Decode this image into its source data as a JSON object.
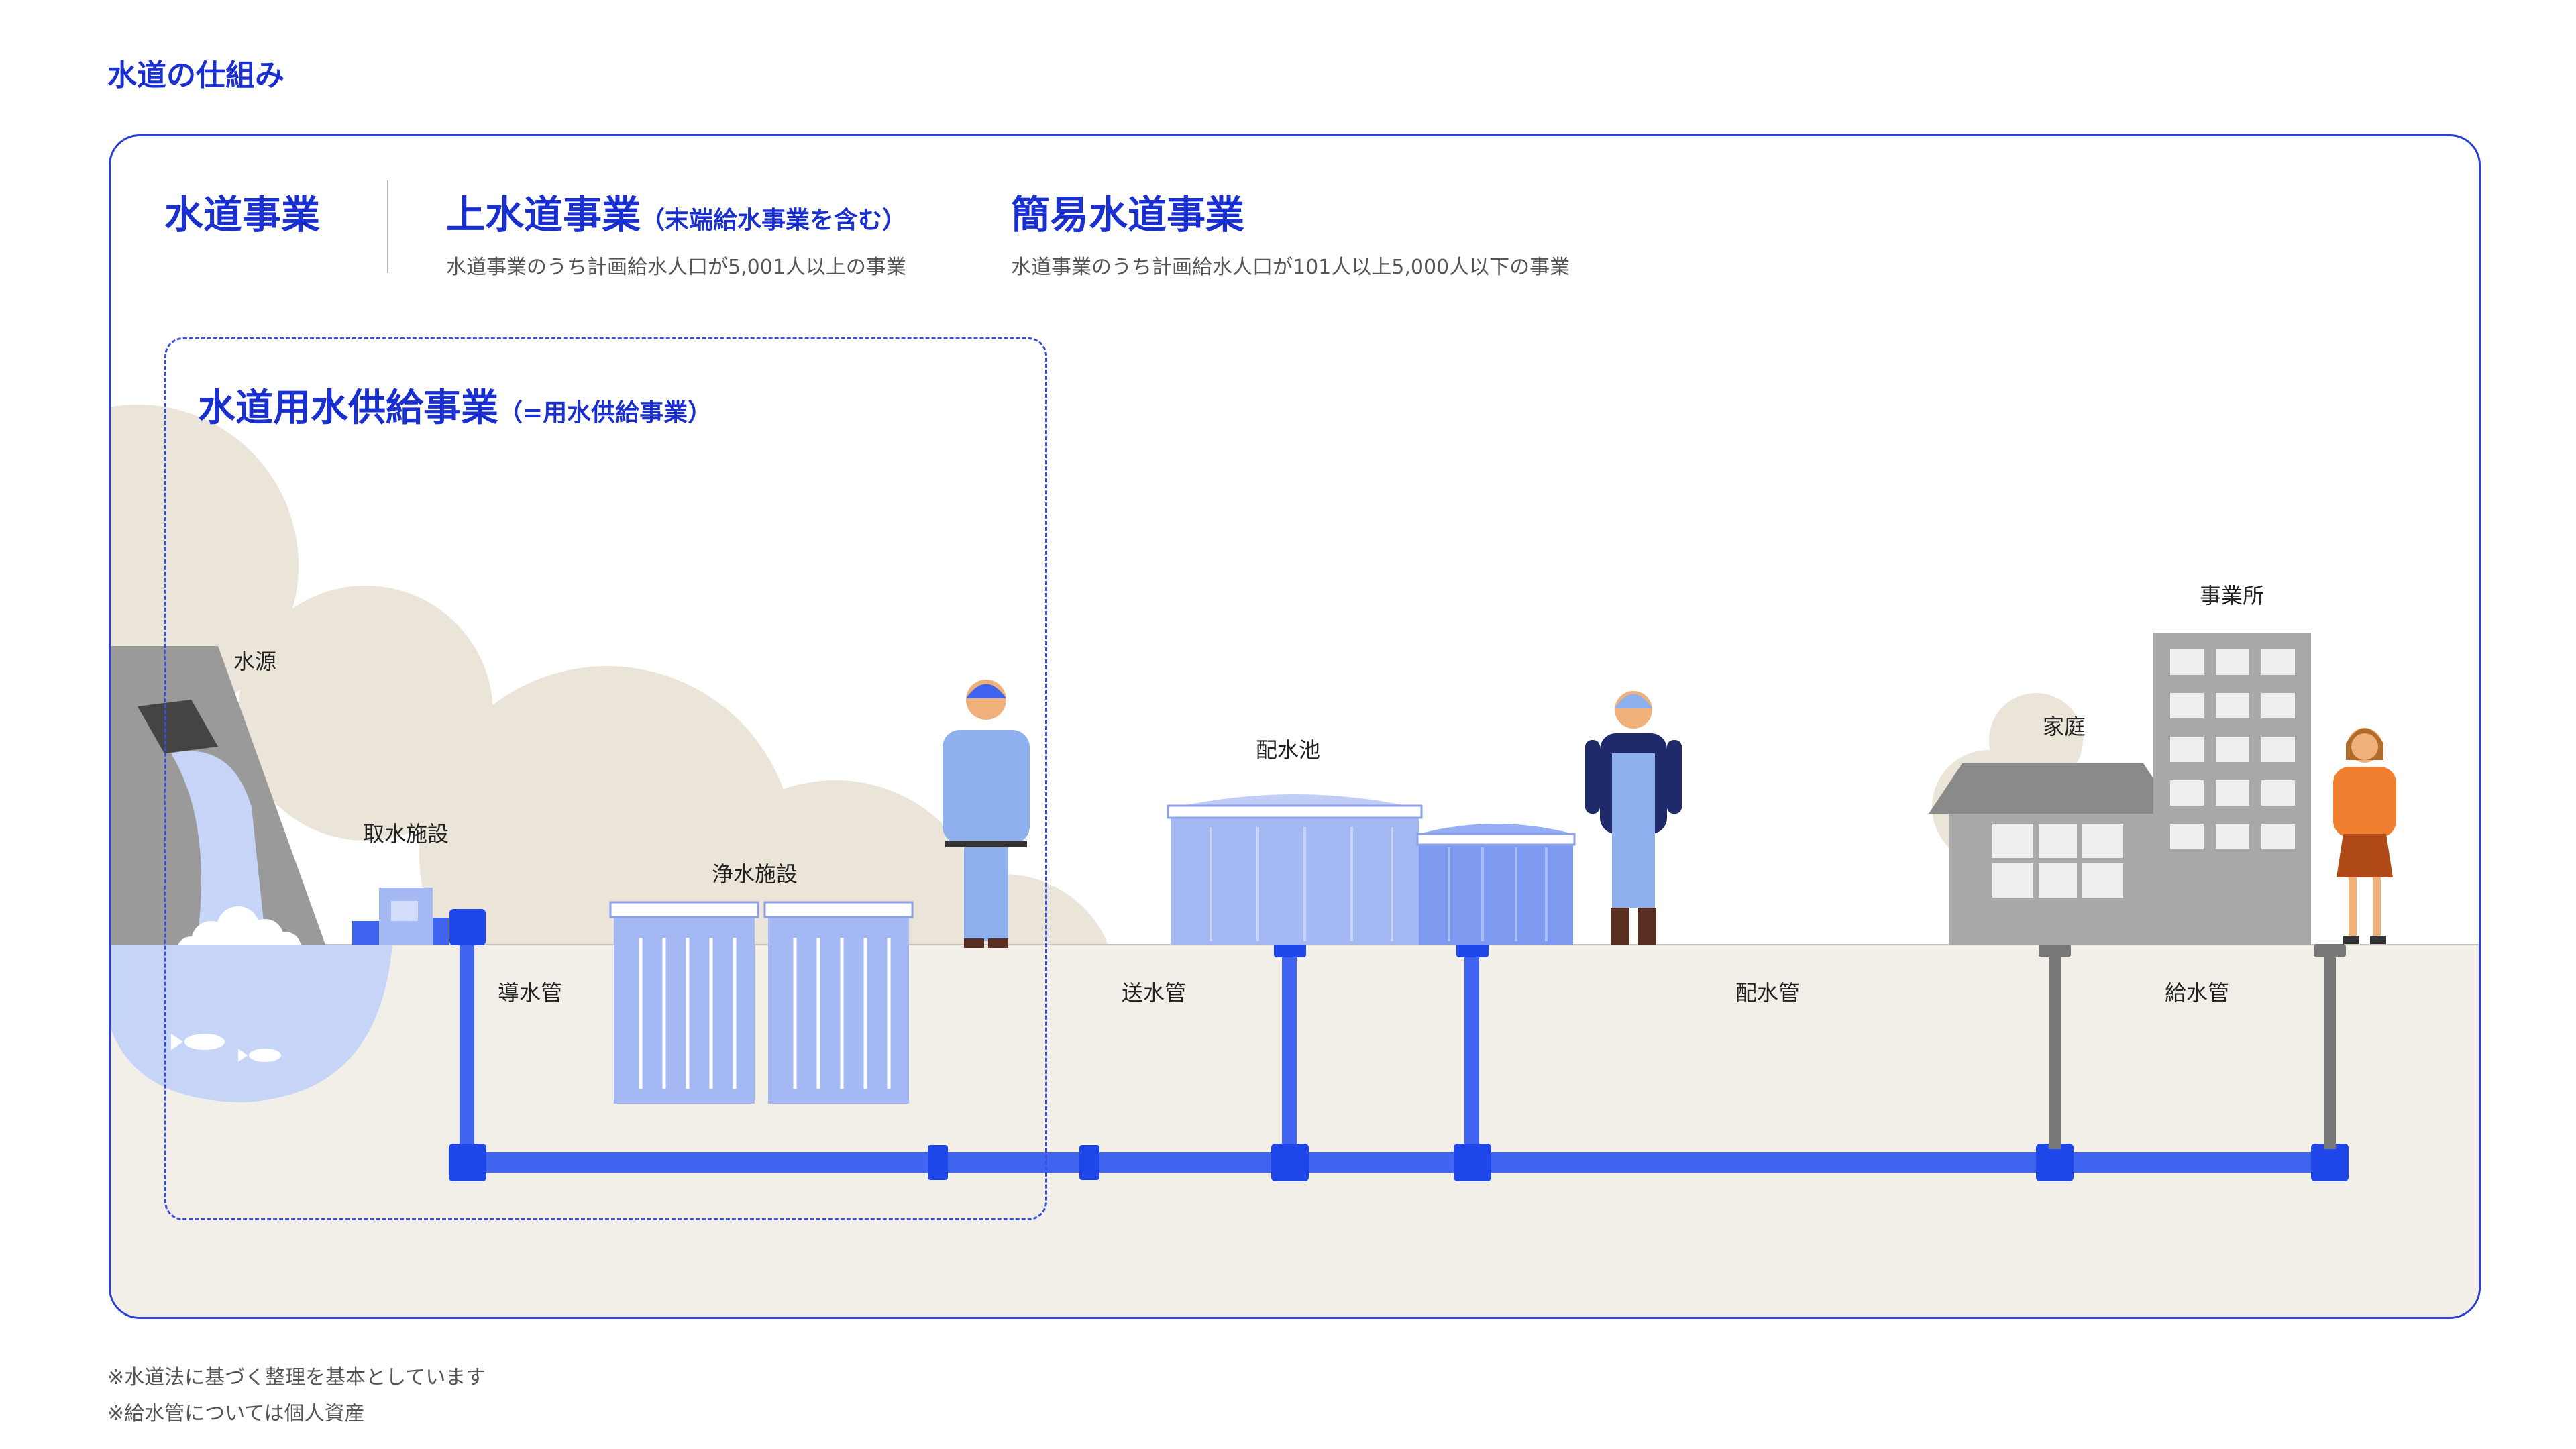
{
  "page_title": "水道の仕組み",
  "headings": {
    "water_business": "水道事業",
    "upper_water": "上水道事業",
    "upper_water_sub": "（末端給水事業を含む）",
    "upper_water_desc": "水道事業のうち計画給水人口が5,001人以上の事業",
    "simple_water": "簡易水道事業",
    "simple_water_desc": "水道事業のうち計画給水人口が101人以上5,000人以下の事業",
    "supply_business": "水道用水供給事業",
    "supply_business_sub": "（=用水供給事業）"
  },
  "labels": {
    "water_source": "水源",
    "intake": "取水施設",
    "conveyance_pipe": "導水管",
    "purification": "浄水施設",
    "transmission_pipe": "送水管",
    "distribution_reservoir": "配水池",
    "distribution_pipe": "配水管",
    "home": "家庭",
    "office": "事業所",
    "service_pipe": "給水管"
  },
  "notes": [
    "※水道法に基づく整理を基本としています",
    "※給水管については個人資産"
  ],
  "colors": {
    "accent": "#1a2fd0",
    "pipe": "#3f64f0",
    "tank": "#a4b8f4",
    "ground": "#f2efe8",
    "hill": "#ebe5d9",
    "building": "#a9a9a9"
  }
}
